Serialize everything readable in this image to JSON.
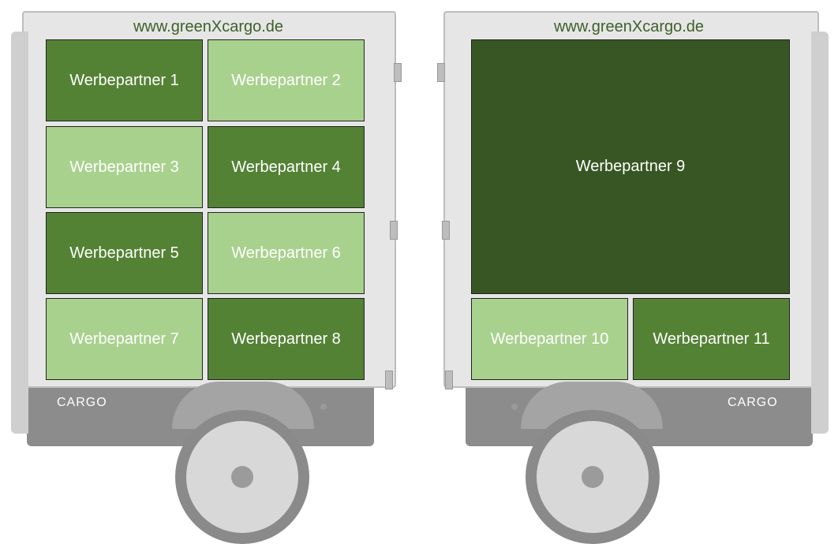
{
  "url_text": "www.greenXcargo.de",
  "brand_text": "CARGO",
  "colors": {
    "dark_green": "#548235",
    "light_green": "#a9d18e",
    "darkest_green": "#375623"
  },
  "left_panel": {
    "tiles": [
      {
        "label": "Werbepartner 1",
        "shade": "dark"
      },
      {
        "label": "Werbepartner 2",
        "shade": "light"
      },
      {
        "label": "Werbepartner 3",
        "shade": "light"
      },
      {
        "label": "Werbepartner 4",
        "shade": "dark"
      },
      {
        "label": "Werbepartner 5",
        "shade": "dark"
      },
      {
        "label": "Werbepartner 6",
        "shade": "light"
      },
      {
        "label": "Werbepartner 7",
        "shade": "light"
      },
      {
        "label": "Werbepartner 8",
        "shade": "dark"
      }
    ]
  },
  "right_panel": {
    "tiles": [
      {
        "label": "Werbepartner 9",
        "shade": "darkest"
      },
      {
        "label": "Werbepartner 10",
        "shade": "light"
      },
      {
        "label": "Werbepartner 11",
        "shade": "dark"
      }
    ]
  }
}
